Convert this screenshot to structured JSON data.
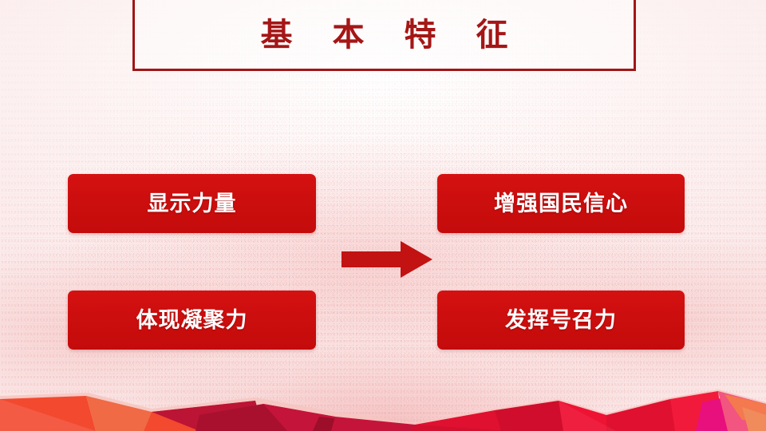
{
  "slide": {
    "title": "基 本 特 征",
    "title_border_color": "#a01616",
    "title_text_color": "#a51616",
    "background_color": "#fdf3f3"
  },
  "boxes": [
    {
      "label": "显示力量",
      "fill": "#cc0e0e",
      "text_color": "#ffffff"
    },
    {
      "label": "增强国民信心",
      "fill": "#cc0e0e",
      "text_color": "#ffffff"
    },
    {
      "label": "体现凝聚力",
      "fill": "#cc0e0e",
      "text_color": "#ffffff"
    },
    {
      "label": "发挥号召力",
      "fill": "#cc0e0e",
      "text_color": "#ffffff"
    }
  ],
  "arrow": {
    "icon": "arrow-right-icon",
    "direction": "right",
    "color": "#c21212"
  },
  "decoration": {
    "bottom_band": {
      "name": "low-poly-band",
      "colors": [
        "#f2492f",
        "#ef6a45",
        "#b81235",
        "#c4143a",
        "#a8102e",
        "#e01030",
        "#ee1233",
        "#d00d2c",
        "#f21a3a",
        "#e8107c",
        "#f2557f",
        "#f4794e",
        "#f08b5c"
      ]
    }
  }
}
